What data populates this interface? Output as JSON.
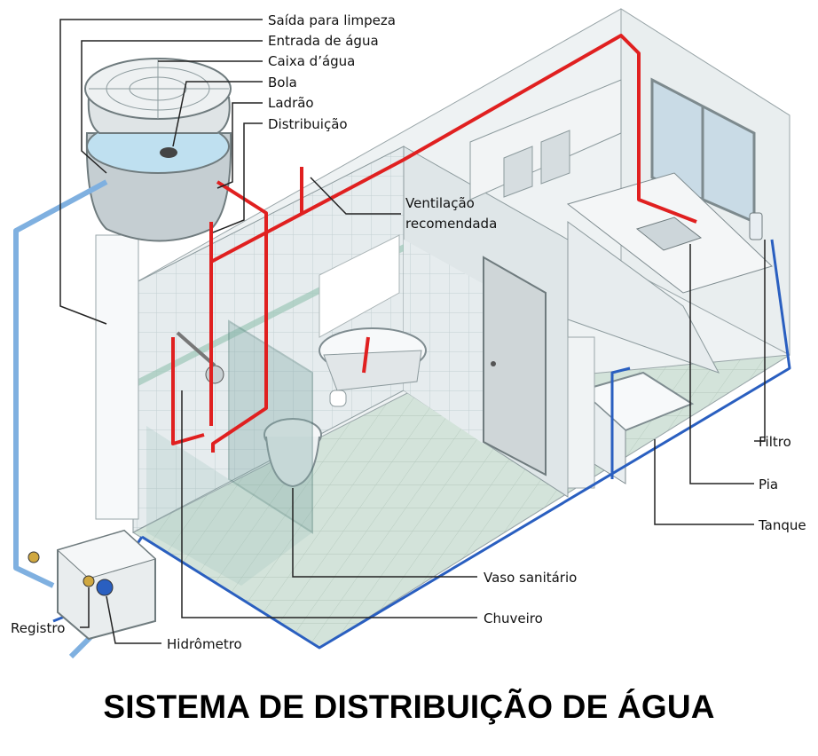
{
  "title": "SISTEMA DE DISTRIBUIÇÃO DE ÁGUA",
  "labels": {
    "saida_limpeza": "Saída para limpeza",
    "entrada_agua": "Entrada de água",
    "caixa_agua": "Caixa d’água",
    "bola": "Bola",
    "ladrao": "Ladrão",
    "distribuicao": "Distribuição",
    "ventilacao_1": "Ventilação",
    "ventilacao_2": "recomendada",
    "filtro": "Filtro",
    "pia": "Pia",
    "tanque": "Tanque",
    "vaso_sanitario": "Vaso sanitário",
    "chuveiro": "Chuveiro",
    "registro": "Registro",
    "hidrometro": "Hidrômetro"
  },
  "colors": {
    "hot_pipe": "#e02020",
    "cold_pipe": "#2a5fc0",
    "cold_pipe_light": "#7fb0e0",
    "wall": "#dfe6e8",
    "floor": "#cfe0d8",
    "tile_line": "#b8c6c8",
    "leader": "#222222"
  }
}
